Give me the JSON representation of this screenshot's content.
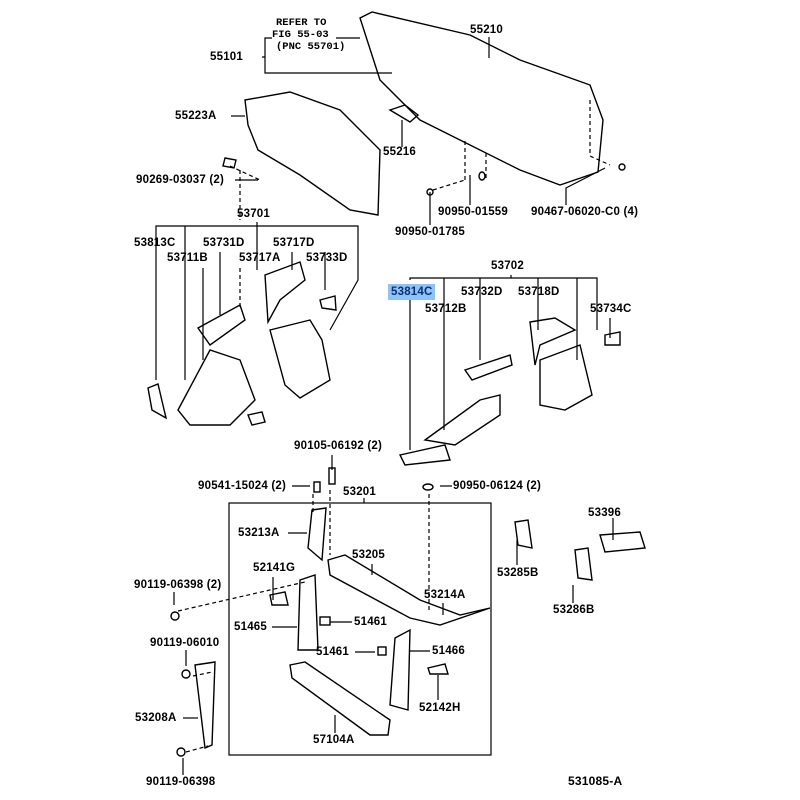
{
  "note": {
    "line1": "REFER TO",
    "line2": "FIG 55-03",
    "line3": "(PNC 55701)"
  },
  "labels": {
    "p55101": "55101",
    "p55210": "55210",
    "p55223A": "55223A",
    "p55216": "55216",
    "p90269": "90269-03037 (2)",
    "p90950a": "90950-01559",
    "p90467": "90467-06020-C0 (4)",
    "p90950b": "90950-01785",
    "p53701": "53701",
    "p53813C": "53813C",
    "p53731D": "53731D",
    "p53717D": "53717D",
    "p53711B": "53711B",
    "p53717A": "53717A",
    "p53733D": "53733D",
    "p53702": "53702",
    "p53814C": "53814C",
    "p53732D": "53732D",
    "p53718D": "53718D",
    "p53734C": "53734C",
    "p53712B": "53712B",
    "p90105": "90105-06192 (2)",
    "p90541": "90541-15024 (2)",
    "p53201": "53201",
    "p90950c": "90950-06124 (2)",
    "p53213A": "53213A",
    "p53396": "53396",
    "p52141G": "52141G",
    "p53205": "53205",
    "p53285B": "53285B",
    "p90119a": "90119-06398 (2)",
    "p53214A": "53214A",
    "p53286B": "53286B",
    "p51465": "51465",
    "p51461a": "51461",
    "p90119b": "90119-06010",
    "p51461b": "51461",
    "p51466": "51466",
    "p52142H": "52142H",
    "p53208A": "53208A",
    "p57104A": "57104A",
    "p90119c": "90119-06398"
  },
  "figure_id": "531085-A",
  "highlight_color": "#8fc3f3"
}
